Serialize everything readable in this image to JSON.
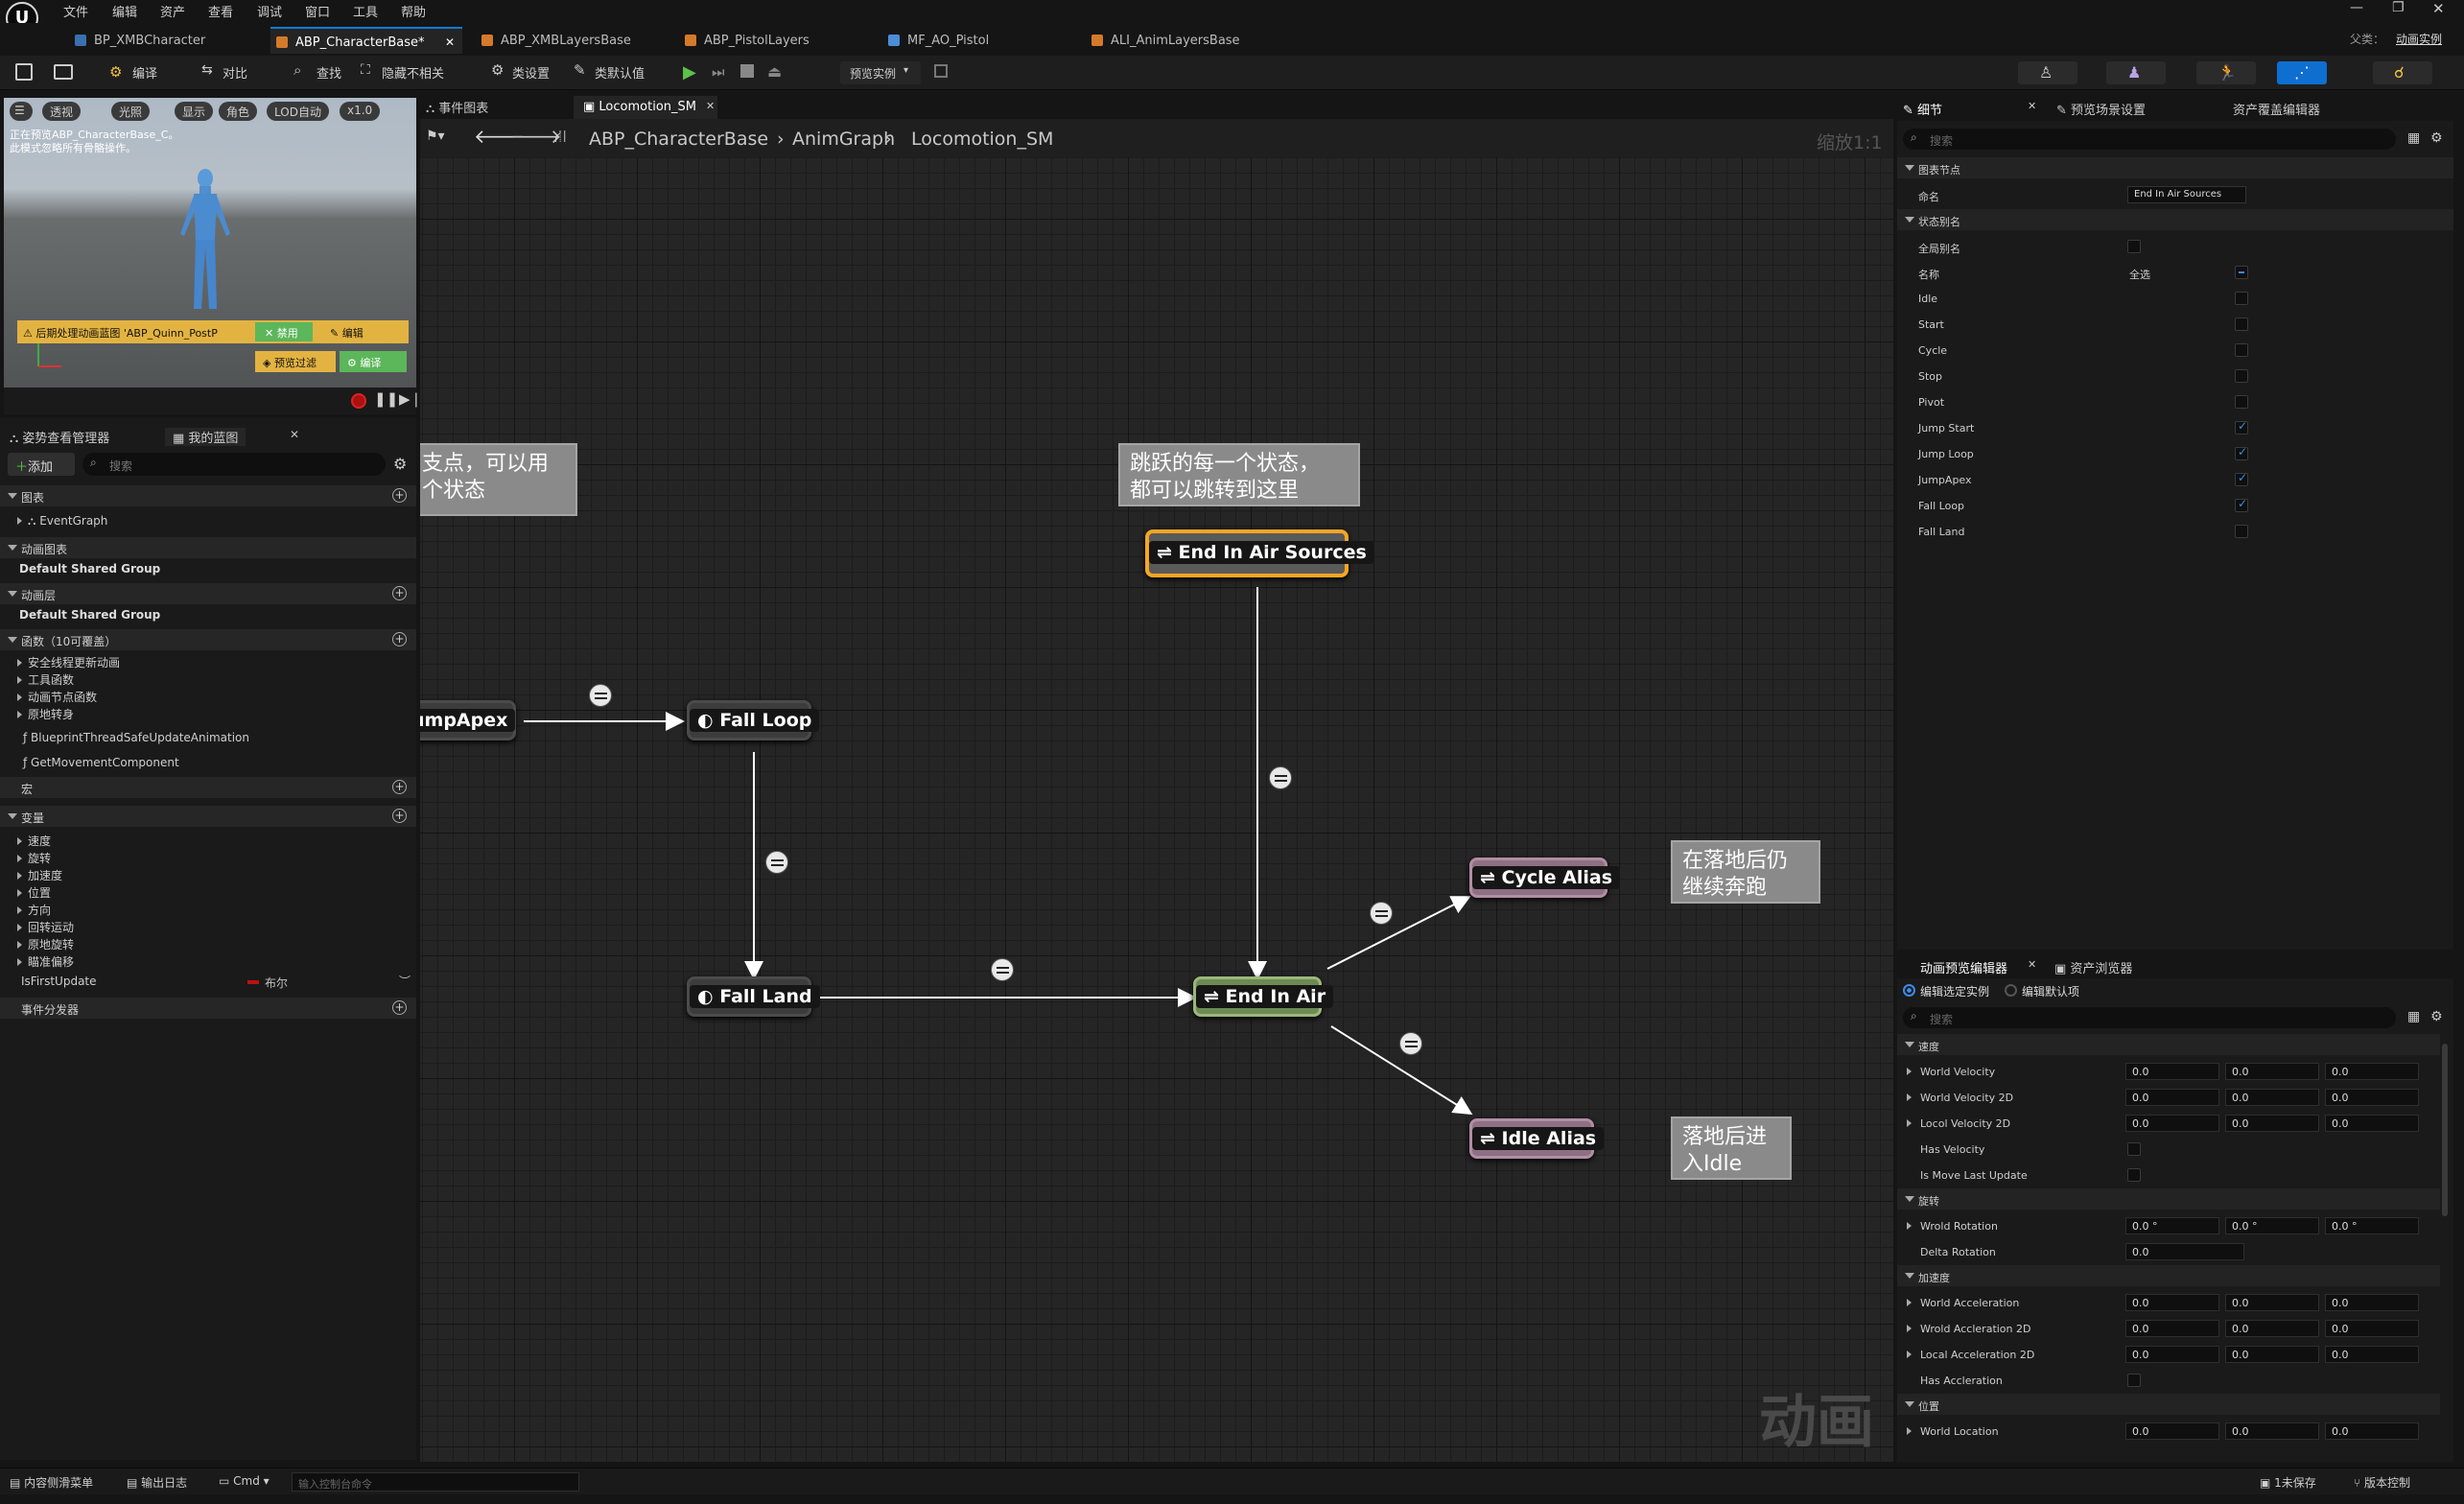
{
  "menu": {
    "items": [
      "文件",
      "编辑",
      "资产",
      "查看",
      "调试",
      "窗口",
      "工具",
      "帮助"
    ]
  },
  "window": {
    "parent_label": "父类：",
    "parent_value": "动画实例"
  },
  "tabs": [
    {
      "label": "BP_XMBCharacter",
      "active": false
    },
    {
      "label": "ABP_CharacterBase*",
      "active": true
    },
    {
      "label": "ABP_XMBLayersBase",
      "active": false
    },
    {
      "label": "ABP_PistolLayers",
      "active": false
    },
    {
      "label": "MF_AO_Pistol",
      "active": false
    },
    {
      "label": "ALI_AnimLayersBase",
      "active": false
    }
  ],
  "toolbar": {
    "compile": "编译",
    "diff": "对比",
    "find": "查找",
    "hide_unrelated": "隐藏不相关",
    "class_settings": "类设置",
    "class_defaults": "类默认值",
    "preview_instance": "预览实例"
  },
  "viewport": {
    "chips": [
      "透视",
      "光照",
      "显示",
      "角色",
      "LOD自动",
      "x1.0"
    ],
    "info": "正在预览ABP_CharacterBase_C。\n此模式忽略所有骨骼操作。",
    "warning": "后期处理动画蓝图 'ABP_Quinn_PostP",
    "disable": "禁用",
    "edit": "编辑",
    "preview_transition": "预览过滤",
    "compile": "编译"
  },
  "left_panel": {
    "tab_pose": "姿势查看管理器",
    "tab_myblueprint": "我的蓝图",
    "add": "添加",
    "search_placeholder": "搜索",
    "sections": {
      "graphs": "图表",
      "event_graph": "EventGraph",
      "anim_graphs": "动画图表",
      "default_group_1": "Default Shared Group",
      "anim_layers": "动画层",
      "default_group_2": "Default Shared Group",
      "functions": "函数（10可覆盖）",
      "fn_items": [
        "安全线程更新动画",
        "工具函数",
        "动画节点函数",
        "原地转身"
      ],
      "fn_bp": "BlueprintThreadSafeUpdateAnimation",
      "fn_move": "GetMovementComponent",
      "macros": "宏",
      "variables": "变量",
      "var_items": [
        "速度",
        "旋转",
        "加速度",
        "位置",
        "方向",
        "回转运动",
        "原地旋转",
        "瞄准偏移"
      ],
      "isfirst": "IsFirstUpdate",
      "bool": "布尔",
      "dispatchers": "事件分发器"
    }
  },
  "graph": {
    "tab_event": "事件图表",
    "tab_sm": "Locomotion_SM",
    "breadcrumb": [
      "ABP_CharacterBase",
      "AnimGraph",
      "Locomotion_SM"
    ],
    "zoom": "缩放1:1",
    "nodes": {
      "jump_apex": "umpApex",
      "fall_loop": "Fall Loop",
      "fall_land": "Fall Land",
      "end_sources": "End In Air Sources",
      "end_air": "End In Air",
      "cycle_alias": "Cycle Alias",
      "idle_alias": "Idle Alias"
    },
    "comments": {
      "left": "支点，可以用\n个状态",
      "top": "跳跃的每一个状态，\n都可以跳转到这里",
      "cycle": "在落地后仍\n继续奔跑",
      "idle": "落地后进\n入Idle"
    },
    "watermark": "动画"
  },
  "details": {
    "tab_details": "细节",
    "tab_preview_scene": "预览场景设置",
    "tab_asset_override": "资产覆盖编辑器",
    "search_placeholder": "搜索",
    "section_graph_node": "图表节点",
    "name_label": "命名",
    "name_value": "End In Air Sources",
    "section_alias": "状态别名",
    "global_alias": "全局别名",
    "name_col": "名称",
    "select_all": "全选",
    "states": [
      {
        "name": "Idle",
        "checked": false
      },
      {
        "name": "Start",
        "checked": false
      },
      {
        "name": "Cycle",
        "checked": false
      },
      {
        "name": "Stop",
        "checked": false
      },
      {
        "name": "Pivot",
        "checked": false
      },
      {
        "name": "Jump Start",
        "checked": true
      },
      {
        "name": "Jump Loop",
        "checked": true
      },
      {
        "name": "JumpApex",
        "checked": true
      },
      {
        "name": "Fall Loop",
        "checked": true
      },
      {
        "name": "Fall Land",
        "checked": false
      }
    ]
  },
  "anim_preview": {
    "tab": "动画预览编辑器",
    "tab_assets": "资产浏览器",
    "radio_selected": "编辑选定实例",
    "radio_default": "编辑默认项",
    "search_placeholder": "搜索",
    "sec_velocity": "速度",
    "sec_rotation": "旋转",
    "sec_accel": "加速度",
    "sec_location": "位置",
    "rows": {
      "world_velocity": {
        "label": "World Velocity",
        "v": [
          "0.0",
          "0.0",
          "0.0"
        ]
      },
      "world_velocity_2d": {
        "label": "World Velocity 2D",
        "v": [
          "0.0",
          "0.0",
          "0.0"
        ]
      },
      "local_velocity_2d": {
        "label": "Locol Velocity 2D",
        "v": [
          "0.0",
          "0.0",
          "0.0"
        ]
      },
      "has_velocity": {
        "label": "Has Velocity"
      },
      "is_move_last": {
        "label": "Is Move Last Update"
      },
      "world_rotation": {
        "label": "Wrold Rotation",
        "v": [
          "0.0 °",
          "0.0 °",
          "0.0 °"
        ]
      },
      "delta_rotation": {
        "label": "Delta Rotation",
        "v": [
          "0.0"
        ]
      },
      "world_accel": {
        "label": "World Acceleration",
        "v": [
          "0.0",
          "0.0",
          "0.0"
        ]
      },
      "world_accel_2d": {
        "label": "Wrold Accleration 2D",
        "v": [
          "0.0",
          "0.0",
          "0.0"
        ]
      },
      "local_accel_2d": {
        "label": "Local Acceleration 2D",
        "v": [
          "0.0",
          "0.0",
          "0.0"
        ]
      },
      "has_accel": {
        "label": "Has Accleration"
      },
      "world_location": {
        "label": "World Location",
        "v": [
          "0.0",
          "0.0",
          "0.0"
        ]
      }
    }
  },
  "statusbar": {
    "content_drawer": "内容侧滑菜单",
    "output_log": "输出日志",
    "cmd": "Cmd",
    "console_placeholder": "输入控制台命令",
    "unsaved": "1未保存",
    "source_control": "版本控制"
  }
}
